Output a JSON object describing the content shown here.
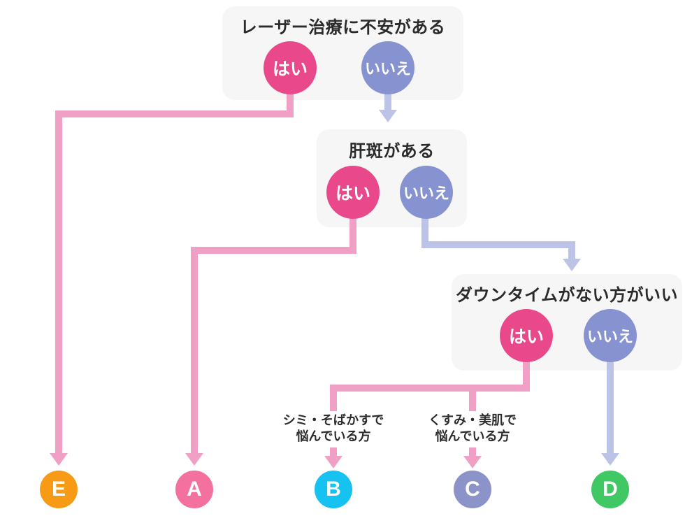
{
  "colors": {
    "box_bg": "#f6f6f6",
    "title_text": "#2b2b2b",
    "circle_text": "#ffffff",
    "yes_circle": "#e9498b",
    "no_circle": "#8793d1",
    "yes_line": "#f1a0c5",
    "no_line": "#bcc3e7",
    "result_e": "#f79b17",
    "result_a": "#f4719f",
    "result_b": "#16c2ef",
    "result_c": "#8b93c9",
    "result_d": "#3fc864"
  },
  "flow": {
    "questions": {
      "q1": {
        "title": "レーザー治療に不安がある",
        "yes": "はい",
        "no": "いいえ"
      },
      "q2": {
        "title": "肝斑がある",
        "yes": "はい",
        "no": "いいえ"
      },
      "q3": {
        "title": "ダウンタイムがない方がいい",
        "yes": "はい",
        "no": "いいえ"
      }
    },
    "branch_labels": {
      "to_b": {
        "line1": "シミ・そばかすで",
        "line2": "悩んでいる方"
      },
      "to_c": {
        "line1": "くすみ・美肌で",
        "line2": "悩んでいる方"
      }
    },
    "results": {
      "e": "E",
      "a": "A",
      "b": "B",
      "c": "C",
      "d": "D"
    }
  }
}
